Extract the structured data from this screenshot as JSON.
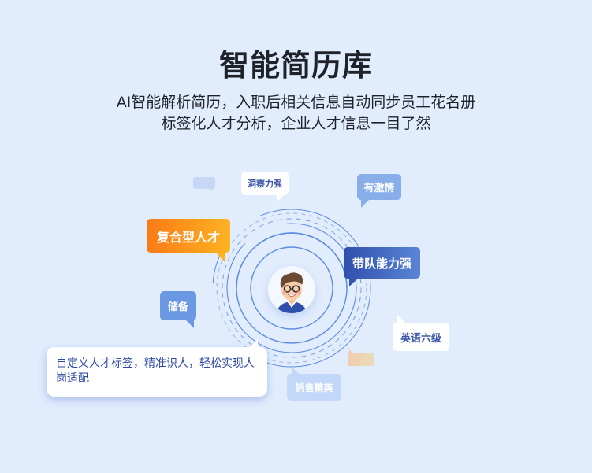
{
  "header": {
    "title": "智能简历库",
    "subtitle_lines": [
      "AI智能解析简历，入职后相关信息自动同步员工花名册",
      "标签化人才分析，企业人才信息一目了然"
    ]
  },
  "tags": {
    "dongcha": "洞察力强",
    "youjiqing": "有激情",
    "fuhe": "复合型人才",
    "daidui": "带队能力强",
    "chubei": "储备",
    "yingyu": "英语六级",
    "xiaoshou": "销售精英"
  },
  "feature_card": {
    "text": "自定义人才标签，精准识人，轻松实现人岗适配"
  },
  "colors": {
    "background": "#e1ecfd",
    "title": "#1f2329",
    "accent_blue": "#2f4fac",
    "accent_orange": "#fb7b16",
    "ring": "#5d8ce0"
  }
}
